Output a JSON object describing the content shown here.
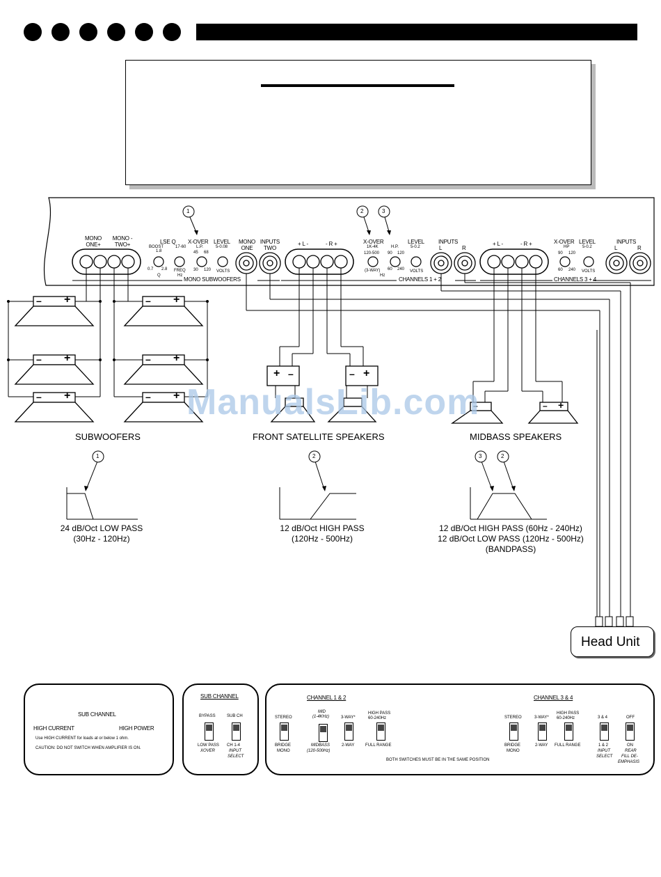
{
  "amp": {
    "mono_one_plus": "MONO ONE+",
    "mono_two_plus": "MONO -TWO+",
    "lse_q": "LSE Q",
    "boost_label": "BOOST",
    "boost_val": "1.8",
    "q_low": "0.7",
    "q_high": "2.8",
    "q_label": "Q",
    "q_freq_range": "17-60",
    "freq_label": "FREQ",
    "hz_label": "Hz",
    "xover_label": "X-OVER",
    "lp_label": "L.P.",
    "lp_a": "45",
    "lp_b": "68",
    "lp_c": "30",
    "lp_d": "120",
    "level_label": "LEVEL",
    "level_range_sub": "5-0.08",
    "volts_label": "VOLTS",
    "mono_one_input": "MONO ONE",
    "inputs_two": "INPUTS TWO",
    "mono_subwoofers": "MONO SUBWOOFERS",
    "lr_left": "+ L -",
    "lr_right": "- R +",
    "xover2_label": "X-OVER",
    "hk_label": "1K-4K",
    "hp_label": "H.P.",
    "xo_a": "120-500",
    "xo_b": "(3-WAY)",
    "xo_c": "90",
    "xo_d": "120",
    "xo_e": "60",
    "xo_f": "240",
    "level2_label": "LEVEL",
    "level2_range": "5-0.2",
    "volts2": "VOLTS",
    "inputs_label": "INPUTS",
    "l": "L",
    "r": "R",
    "channels_12": "CHANNELS 1 + 2",
    "xover3_label": "X-OVER",
    "hp3": "HP",
    "xo3_a": "90",
    "xo3_b": "120",
    "xo3_c": "60",
    "xo3_d": "240",
    "level3": "LEVEL",
    "level3_range": "5-0.2",
    "volts3": "VOLTS",
    "inputs3": "INPUTS",
    "channels_34": "CHANNELS 3 + 4"
  },
  "callouts": [
    "1",
    "2",
    "3"
  ],
  "speakers": {
    "subwoofers": "SUBWOOFERS",
    "front": "FRONT SATELLITE SPEAKERS",
    "midbass": "MIDBASS SPEAKERS",
    "plus": "+",
    "minus": "–"
  },
  "curves": {
    "sub_line1": "24 dB/Oct LOW PASS",
    "sub_line2": "(30Hz - 120Hz)",
    "front_line1": "12 dB/Oct HIGH PASS",
    "front_line2": "(120Hz - 500Hz)",
    "mid_line1": "12 dB/Oct HIGH PASS (60Hz - 240Hz)",
    "mid_line2": "12 dB/Oct LOW PASS (120Hz - 500Hz)",
    "mid_line3": "(BANDPASS)"
  },
  "head_unit": "Head Unit",
  "watermark": "ManualsLib.com",
  "panel1": {
    "title": "SUB CHANNEL",
    "high_current": "HIGH CURRENT",
    "high_power": "HIGH POWER",
    "note1": "Use HIGH CURRENT for loads at or below 1 ohm.",
    "note2": "CAUTION: DO NOT SWITCH WHEN AMPLIFIER IS ON."
  },
  "panel2": {
    "title": "SUB CHANNEL",
    "bypass": "BYPASS",
    "sub_ch": "SUB CH",
    "low_pass": "LOW PASS",
    "xover": "XOVER",
    "ch14": "CH 1-4",
    "input": "INPUT",
    "select": "SELECT"
  },
  "panel3": {
    "ch12": "CHANNEL 1 & 2",
    "ch34": "CHANNEL 3 & 4",
    "stereo": "STEREO",
    "bridge": "BRIDGE",
    "mono": "MONO",
    "mid": "MID",
    "mid_range": "(1-4KHz)",
    "threeway": "3-WAY*",
    "highpass": "HIGH PASS",
    "hp_range": "60-240Hz",
    "midbass": "MIDBASS",
    "midbass_range": "(120-500Hz)",
    "twoway": "2-WAY",
    "fullrange": "FULL RANGE",
    "both_note": "BOTH SWITCHES MUST BE IN THE SAME POSITION",
    "stereo2": "STEREO",
    "bridge2": "BRIDGE",
    "mono2": "MONO",
    "threeway2": "3-WAY*",
    "twoway2": "2-WAY",
    "highpass2": "HIGH PASS",
    "hp_range2": "60-240Hz",
    "fullrange2": "FULL RANGE",
    "ch34_short": "3 & 4",
    "ch12_short": "1 & 2",
    "input_sel": "INPUT",
    "select_sel": "SELECT",
    "off": "OFF",
    "on": "ON",
    "rear": "REAR",
    "fill": "FILL DE-",
    "emphasis": "EMPHASIS"
  }
}
